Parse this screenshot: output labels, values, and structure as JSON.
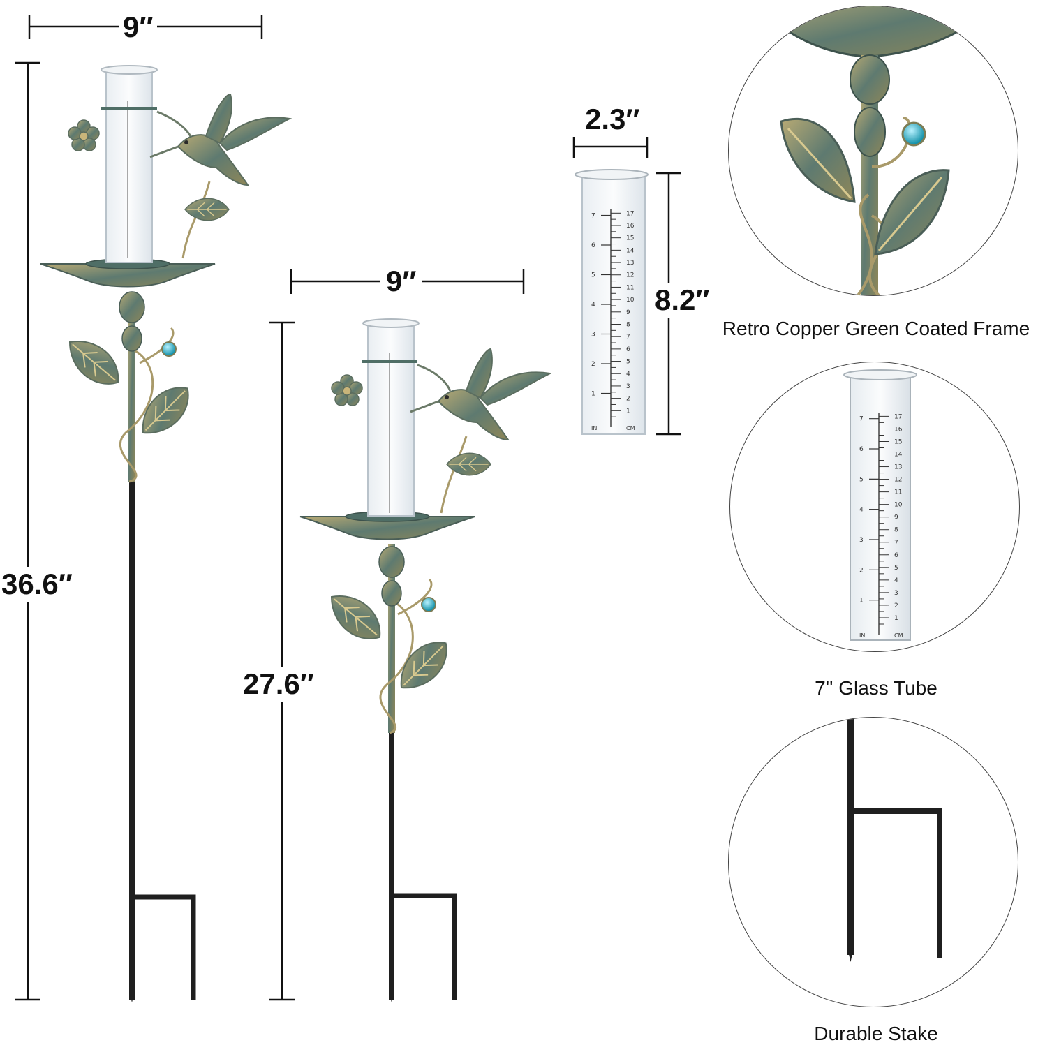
{
  "dimensions": {
    "large_width": "9″",
    "large_height": "36.6″",
    "small_width": "9″",
    "small_height": "27.6″",
    "tube_width": "2.3″",
    "tube_height": "8.2″"
  },
  "features": [
    {
      "caption": "Retro Copper Green Coated Frame",
      "icon": "frame-detail"
    },
    {
      "caption": "7'' Glass Tube",
      "icon": "glass-tube"
    },
    {
      "caption": "Durable Stake",
      "icon": "stake"
    }
  ],
  "tube_scale": {
    "inch_marks": [
      "1",
      "2",
      "3",
      "4",
      "5",
      "6",
      "7"
    ],
    "cm_marks": [
      "1",
      "2",
      "3",
      "4",
      "5",
      "6",
      "7",
      "8",
      "9",
      "10",
      "11",
      "12",
      "13",
      "14",
      "15",
      "16",
      "17"
    ],
    "inch_unit": "IN",
    "cm_unit": "CM"
  },
  "colors": {
    "verdigris": "#4f6e66",
    "bronze": "#a99a6a",
    "stake": "#1f1f1f",
    "bead": "#2bb3c9"
  }
}
